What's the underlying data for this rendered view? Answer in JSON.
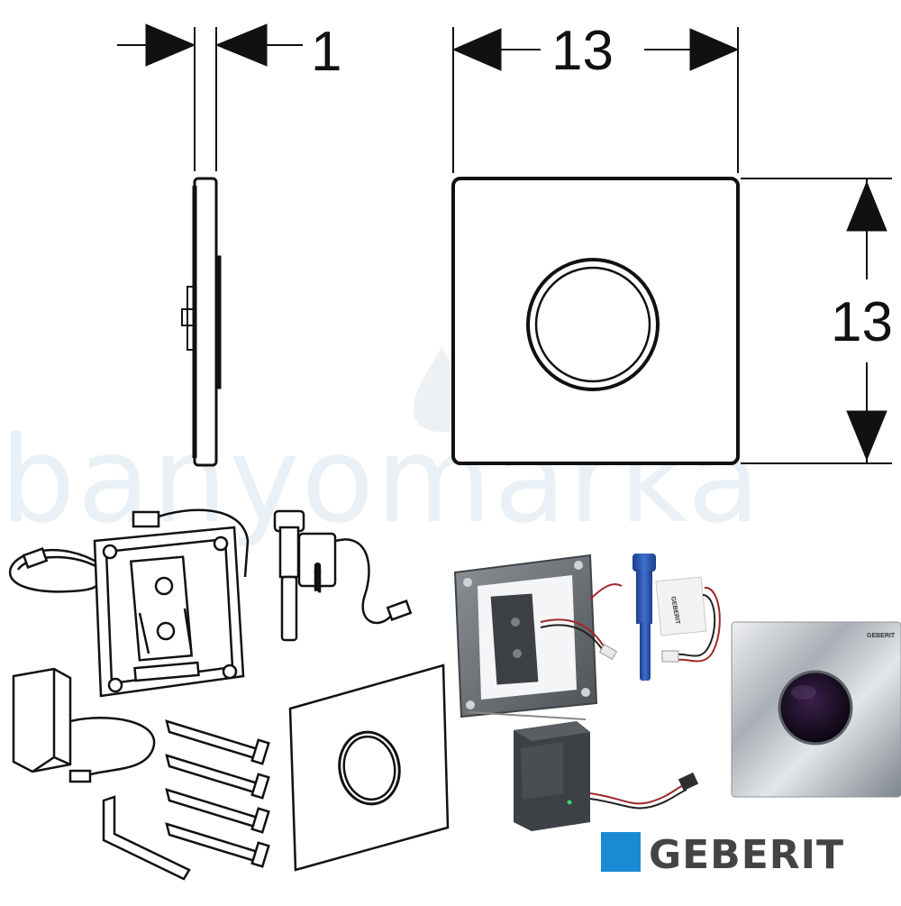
{
  "watermark": {
    "text": "banyomarka"
  },
  "dimensions": {
    "thickness": "1",
    "width": "13",
    "height": "13"
  },
  "brand": {
    "name": "GEBERIT",
    "color": "#1a8ad4"
  },
  "parts": [
    "side-view-plate",
    "front-view-plate",
    "mounting-frame",
    "valve-body",
    "battery-box",
    "fixing-screws",
    "allen-key",
    "drawn-cover-plate",
    "product-mounting-frame",
    "product-valve",
    "product-power-supply",
    "product-cover-plate"
  ]
}
